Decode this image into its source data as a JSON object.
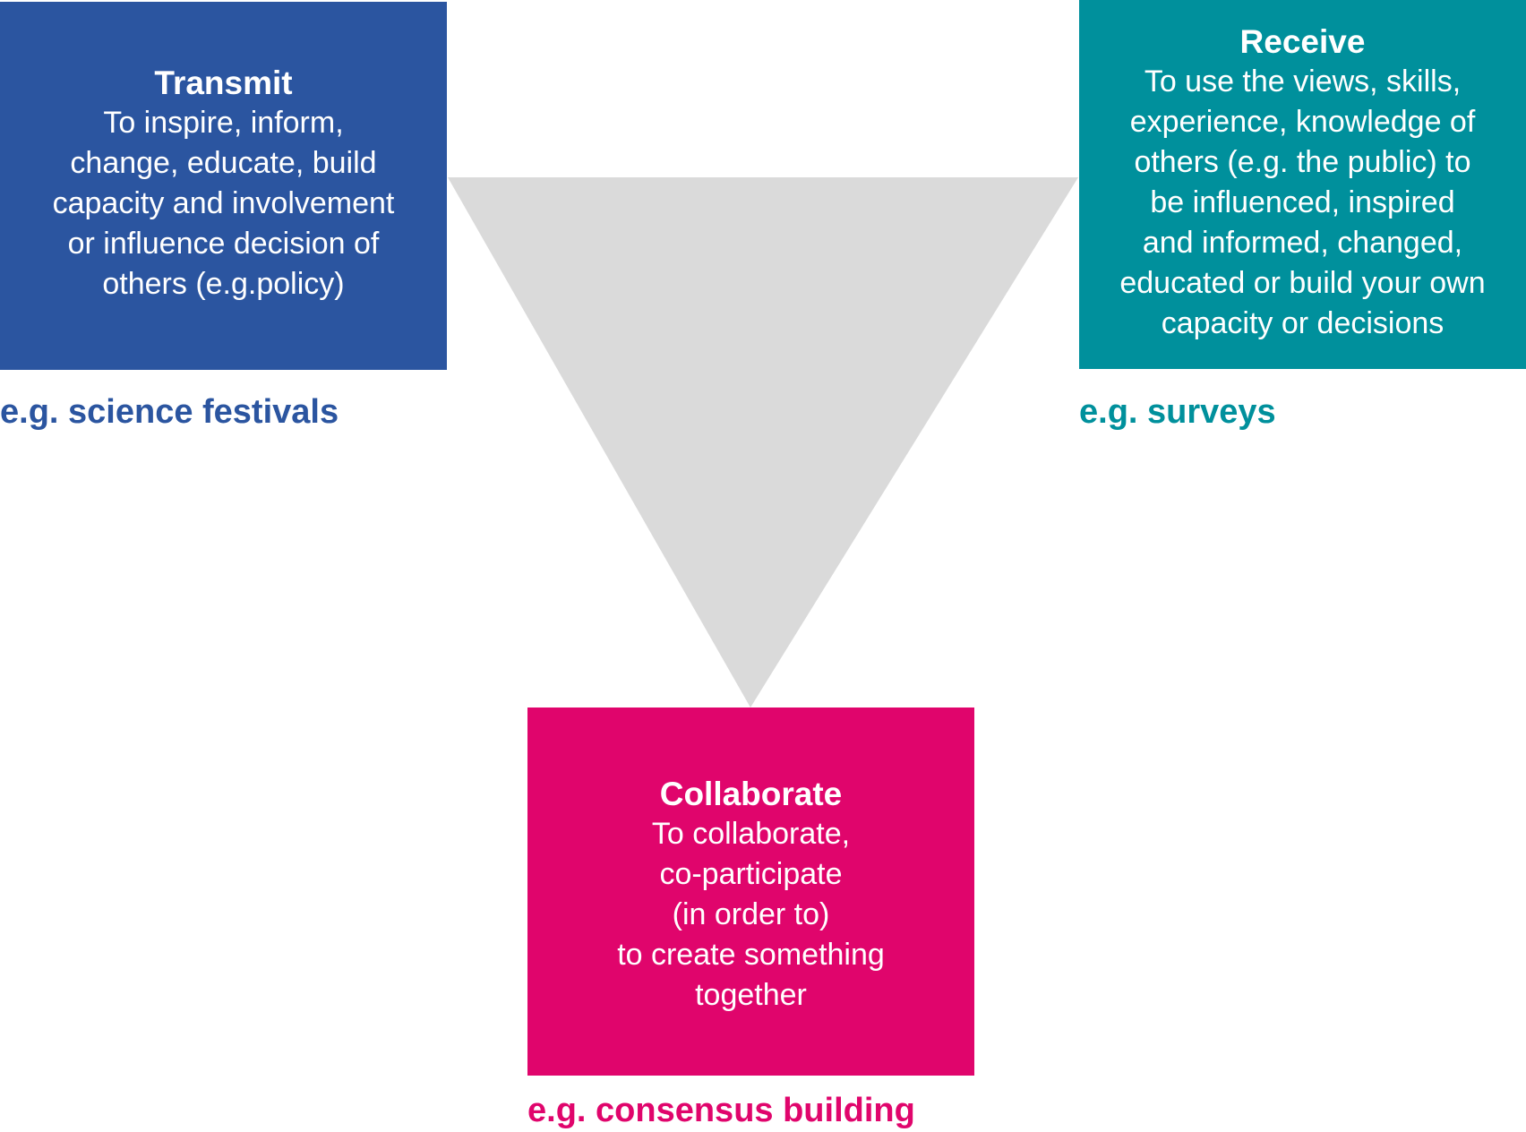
{
  "colors": {
    "transmit": "#2B55A0",
    "receive": "#00909C",
    "collaborate": "#E0056C",
    "triangle": "#DADADA"
  },
  "transmit": {
    "title": "Transmit",
    "body": "To inspire, inform,\nchange, educate, build\ncapacity and involvement\nor influence decision of\nothers (e.g.policy)",
    "example": "e.g. science festivals"
  },
  "receive": {
    "title": "Receive",
    "body": "To use the views, skills,\nexperience, knowledge of\nothers (e.g. the public) to\nbe influenced, inspired\nand informed, changed,\neducated or build your own\ncapacity or decisions",
    "example": "e.g. surveys"
  },
  "collaborate": {
    "title": "Collaborate",
    "body": "To collaborate,\nco-participate\n(in order to)\nto create something\ntogether",
    "example": "e.g. consensus building"
  }
}
